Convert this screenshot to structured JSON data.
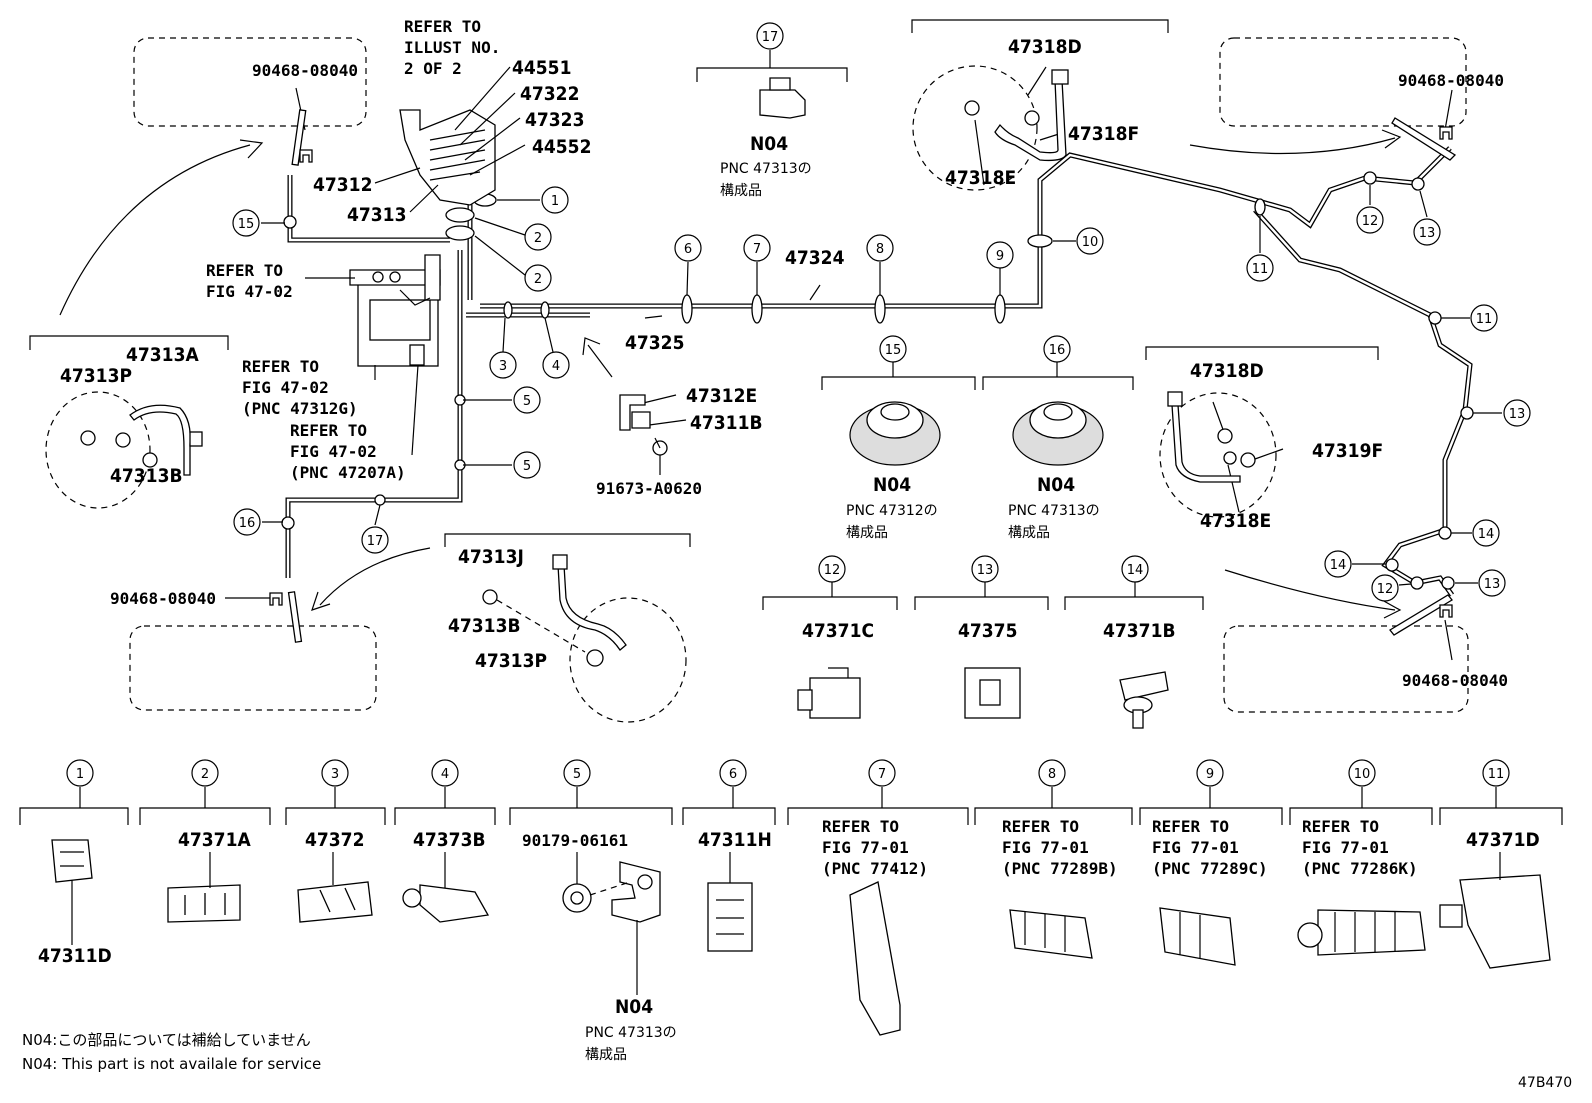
{
  "diagram_code": "47B470",
  "notes": {
    "jp": "N04:この部品については補給していません",
    "en": "N04: This part is not availale for service"
  },
  "refer_illust": [
    "REFER TO",
    "ILLUST NO.",
    "2 OF 2"
  ],
  "labels": {
    "p44551": "44551",
    "p47322": "47322",
    "p47323": "47323",
    "p44552": "44552",
    "p47312": "47312",
    "p47313": "47313",
    "p47324": "47324",
    "p47325": "47325",
    "p47312E": "47312E",
    "p47311B": "47311B",
    "p91673": "91673-A0620",
    "p47313A": "47313A",
    "p47313P_l": "47313P",
    "p47313B_l": "47313B",
    "p47313J": "47313J",
    "p47313B_r": "47313B",
    "p47313P_r": "47313P",
    "p47318D_t": "47318D",
    "p47318F": "47318F",
    "p47318E_t": "47318E",
    "p47318D_b": "47318D",
    "p47319F": "47319F",
    "p47318E_b": "47318E",
    "p90468_tl": "90468-08040",
    "p90468_bl": "90468-08040",
    "p90468_tr": "90468-08040",
    "p90468_br": "90468-08040",
    "p47371C": "47371C",
    "p47375": "47375",
    "p47371B": "47371B"
  },
  "refer_fig_a": [
    "REFER TO",
    "FIG 47-02"
  ],
  "refer_fig_b": [
    "REFER TO",
    "FIG 47-02",
    "(PNC 47312G)"
  ],
  "refer_fig_c": [
    "REFER TO",
    "FIG 47-02",
    "(PNC 47207A)"
  ],
  "n04_17": {
    "code": "N04",
    "pnc": "PNC 47313の",
    "sub": "構成品"
  },
  "n04_15": {
    "code": "N04",
    "pnc": "PNC 47312の",
    "sub": "構成品"
  },
  "n04_16": {
    "code": "N04",
    "pnc": "PNC 47313の",
    "sub": "構成品"
  },
  "n04_5": {
    "code": "N04",
    "pnc": "PNC 47313の",
    "sub": "構成品"
  },
  "bottom_parts": [
    {
      "num": "1",
      "label": "47311D"
    },
    {
      "num": "2",
      "label": "47371A"
    },
    {
      "num": "3",
      "label": "47372"
    },
    {
      "num": "4",
      "label": "47373B"
    },
    {
      "num": "5",
      "label": "90179-06161"
    },
    {
      "num": "6",
      "label": "47311H"
    },
    {
      "num": "7",
      "label": [
        "REFER TO",
        "FIG 77-01",
        "(PNC 77412)"
      ]
    },
    {
      "num": "8",
      "label": [
        "REFER TO",
        "FIG 77-01",
        "(PNC 77289B)"
      ]
    },
    {
      "num": "9",
      "label": [
        "REFER TO",
        "FIG 77-01",
        "(PNC 77289C)"
      ]
    },
    {
      "num": "10",
      "label": [
        "REFER TO",
        "FIG 77-01",
        "(PNC 77286K)"
      ]
    },
    {
      "num": "11",
      "label": "47371D"
    }
  ],
  "mid_parts": [
    {
      "num": "12",
      "label": "47371C"
    },
    {
      "num": "13",
      "label": "47375"
    },
    {
      "num": "14",
      "label": "47371B"
    }
  ],
  "callouts": {
    "c1": "1",
    "c2a": "2",
    "c2b": "2",
    "c3": "3",
    "c4": "4",
    "c5a": "5",
    "c5b": "5",
    "c6": "6",
    "c7": "7",
    "c8": "8",
    "c9": "9",
    "c10": "10",
    "c11a": "11",
    "c11b": "11",
    "c12a": "12",
    "c12b": "12",
    "c13a": "13",
    "c13b": "13",
    "c13c": "13",
    "c14a": "14",
    "c14b": "14",
    "c15": "15",
    "c16": "16",
    "c17": "17",
    "c15b": "15",
    "c16b": "16",
    "c17b": "17"
  }
}
